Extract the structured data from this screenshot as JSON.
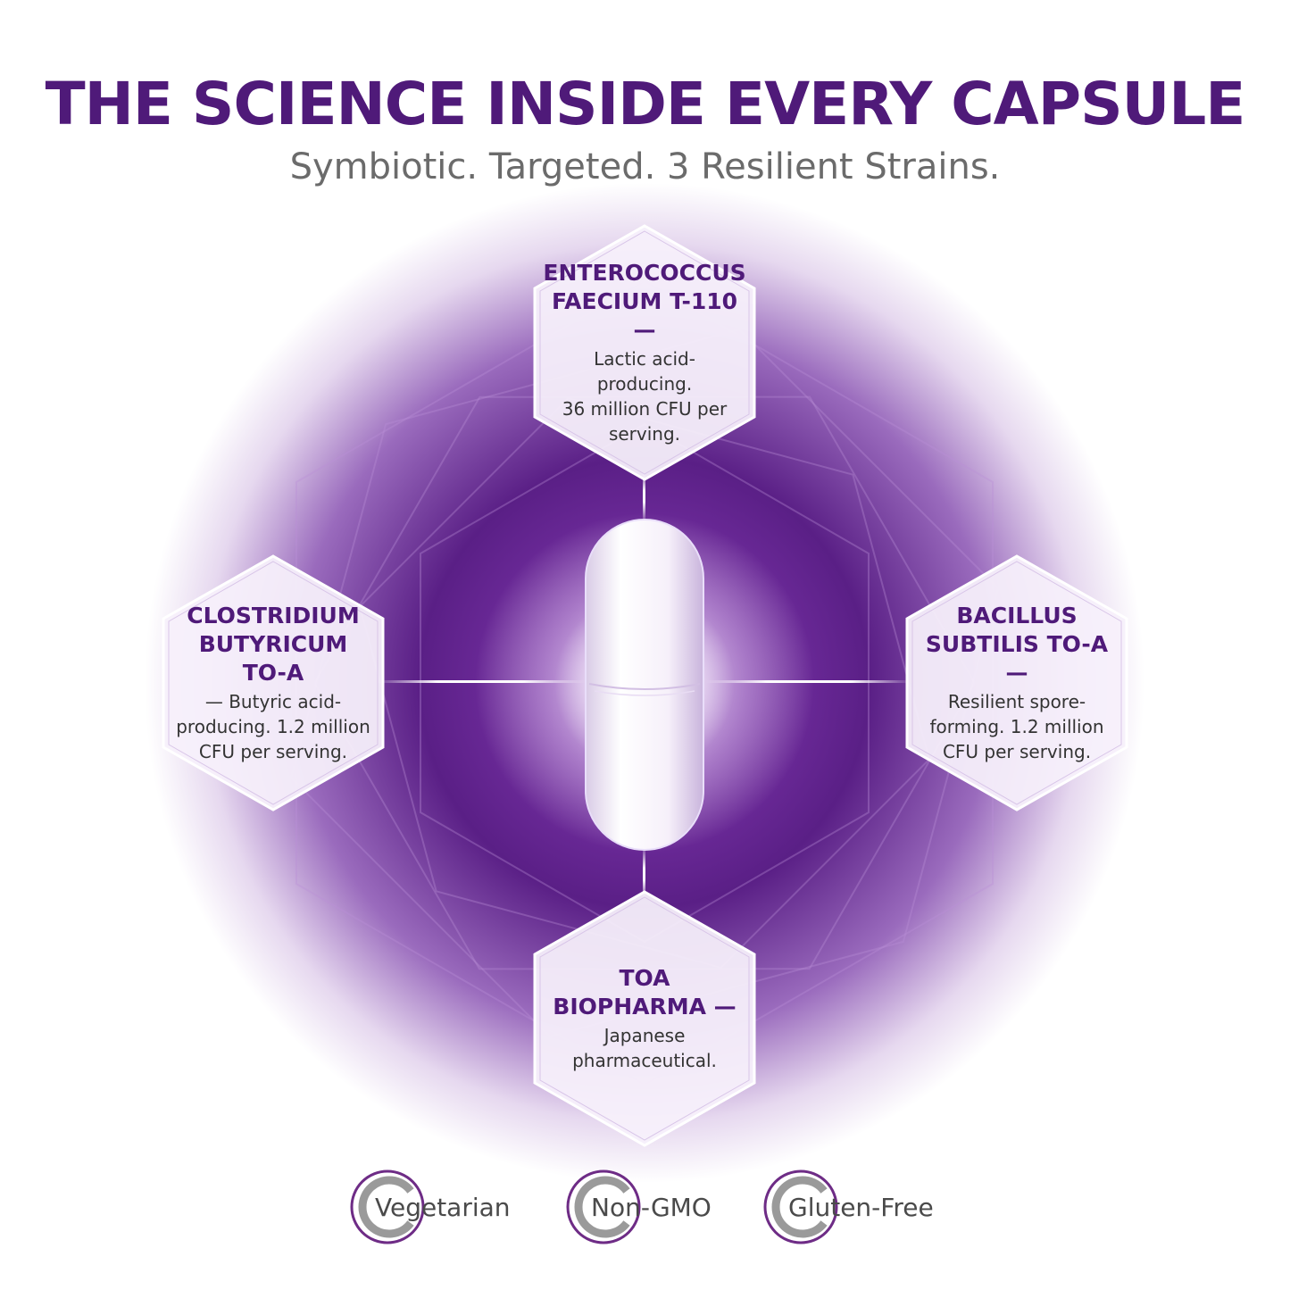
{
  "header": {
    "title": "THE SCIENCE INSIDE EVERY CAPSULE",
    "subtitle": "Symbiotic. Targeted. 3 Resilient Strains."
  },
  "strains": {
    "top": {
      "title": "ENTEROCOCCUS\nFAECIUM T-110 —",
      "body": "Lactic acid-producing.\n36 million CFU per\nserving."
    },
    "left": {
      "title": "CLOSTRIDIUM\nBUTYRICUM TO-A",
      "body": "— Butyric acid-\nproducing. 1.2 million\nCFU per serving."
    },
    "right": {
      "title": "BACILLUS\nSUBTILIS TO-A —",
      "body": "Resilient spore-\nforming. 1.2 million\nCFU per serving."
    },
    "bottom": {
      "title": "TOA\nBIOPHARMA —",
      "body": "Japanese\npharmaceutical."
    }
  },
  "badges": [
    {
      "label": "Vegetarian",
      "icon": "c-ring-icon"
    },
    {
      "label": "Non-GMO",
      "icon": "c-ring-icon"
    },
    {
      "label": "Gluten-Free",
      "icon": "c-ring-icon"
    }
  ],
  "colors": {
    "brand_purple": "#4f1a79",
    "glow_purple": "#6a2a9a",
    "subtitle_gray": "#6b6b6b"
  }
}
